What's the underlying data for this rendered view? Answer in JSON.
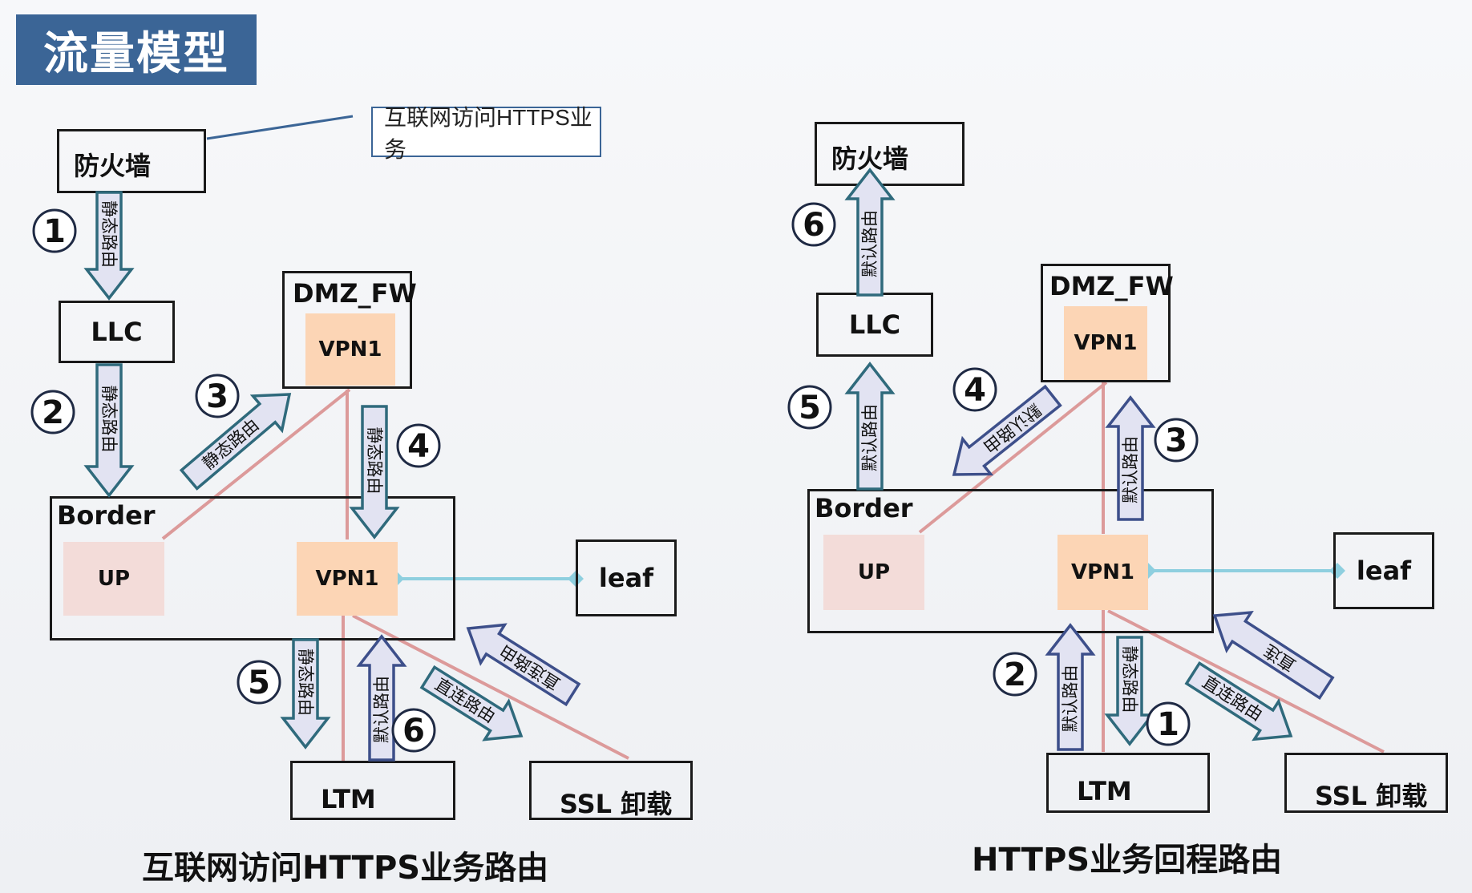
{
  "title": "流量模型",
  "left": {
    "callout": "互联网访问HTTPS业务",
    "nodes": {
      "firewall": "防火墙",
      "llc": "LLC",
      "dmz_fw": "DMZ_FW",
      "dmz_vpn": "VPN1",
      "border": "Border",
      "up": "UP",
      "border_vpn": "VPN1",
      "leaf": "leaf",
      "ltm": "LTM",
      "ssl": "SSL 卸载"
    },
    "arrows": {
      "a1": "静态路由",
      "a2": "静态路由",
      "a3": "静态路由",
      "a4": "静态路由",
      "a5": "静态路由",
      "a6": "默认路由",
      "a7": "直连路由",
      "a8": "直连路由"
    },
    "steps": [
      "1",
      "2",
      "3",
      "4",
      "5",
      "6"
    ],
    "caption": "互联网访问HTTPS业务路由"
  },
  "right": {
    "nodes": {
      "firewall": "防火墙",
      "llc": "LLC",
      "dmz_fw": "DMZ_FW",
      "dmz_vpn": "VPN1",
      "border": "Border",
      "up": "UP",
      "border_vpn": "VPN1",
      "leaf": "leaf",
      "ltm": "LTM",
      "ssl": "SSL 卸载"
    },
    "arrows": {
      "a6": "默认路由",
      "a5": "默认路由",
      "a4": "默认路由",
      "a3": "默认路由",
      "a2": "默认路由",
      "a1": "静态路由",
      "a7": "直连",
      "a8": "直连路由"
    },
    "steps": [
      "1",
      "2",
      "3",
      "4",
      "5",
      "6"
    ],
    "caption": "HTTPS业务回程路由"
  },
  "colors": {
    "title_bg": "#3b6596",
    "vpn_fill": "#fcd5b5",
    "up_fill": "#f3dcd9",
    "link_pink": "#dc9a9a",
    "link_cyan": "#8ecfdf",
    "arrow_teal": "#2f6a7c",
    "arrow_purple": "#3d4f8a",
    "arrow_fill": "#e2e3f2"
  }
}
